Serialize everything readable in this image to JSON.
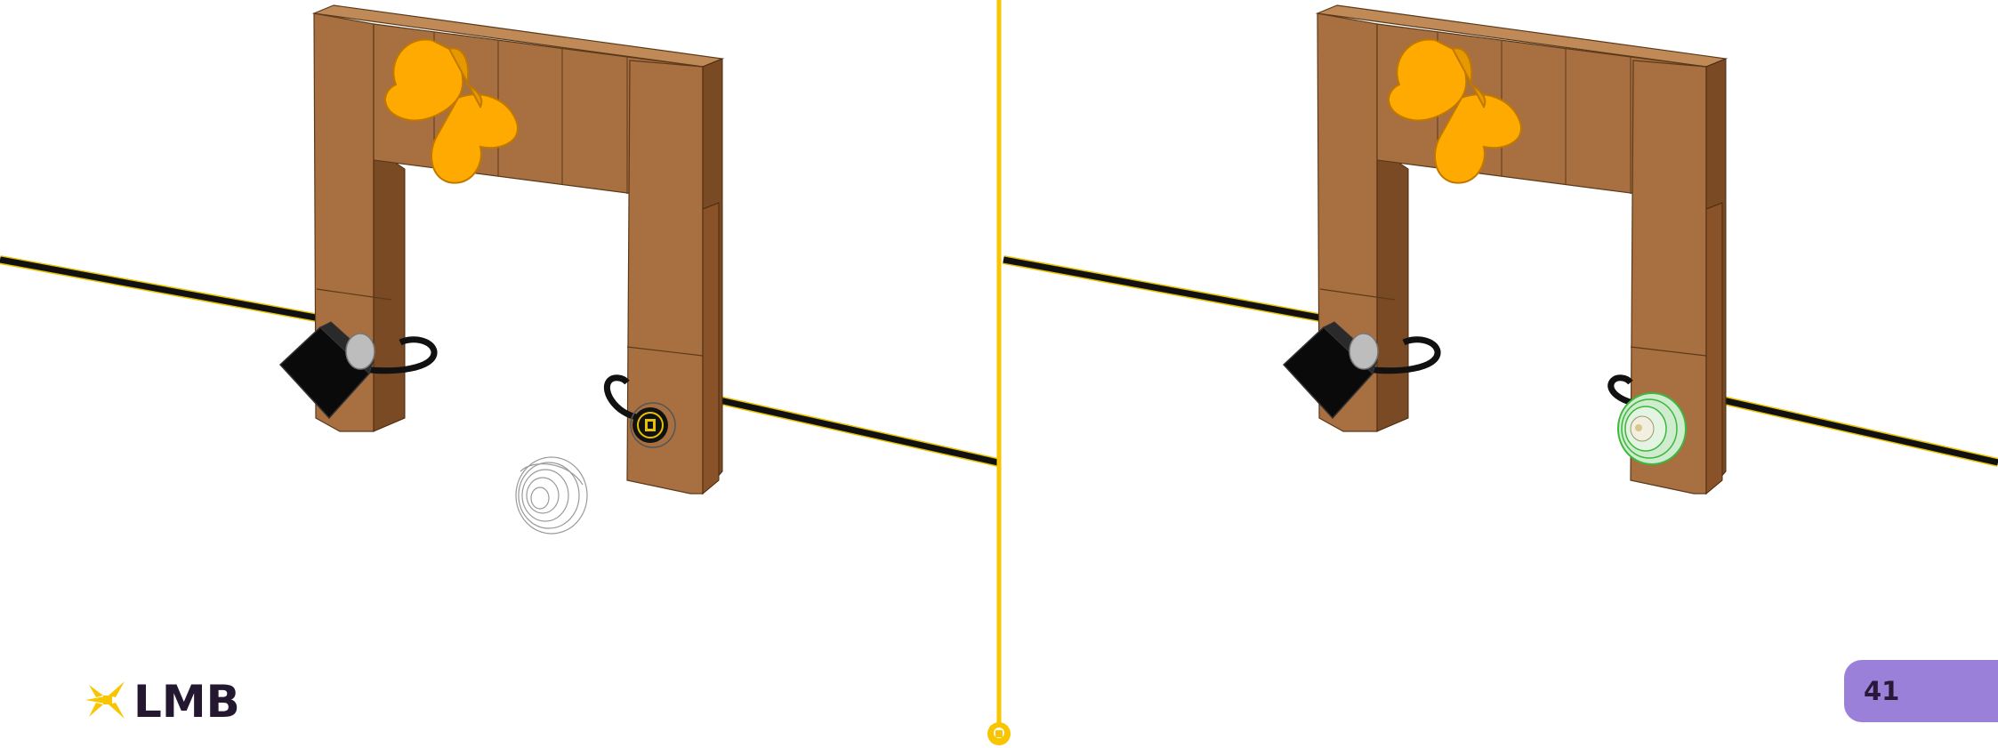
{
  "brand": {
    "logo_text": "LMB",
    "accent": "#f7c600",
    "dark": "#231830"
  },
  "page": {
    "number": "41",
    "badge_color": "#9b80da"
  },
  "colors": {
    "wood": "#a86f40",
    "wood_dark": "#7a4a24",
    "butterfly": "#ffaa00",
    "cable": "#111111",
    "highlight": "#5fd35f"
  },
  "panels": [
    {
      "name": "step-before",
      "icons": [
        "wooden-frame",
        "butterfly",
        "cube-sensor",
        "cable",
        "round-sensor",
        "ghost-ring-part"
      ]
    },
    {
      "name": "step-after",
      "icons": [
        "wooden-frame",
        "butterfly",
        "cube-sensor",
        "cable",
        "round-sensor-highlighted"
      ]
    }
  ]
}
